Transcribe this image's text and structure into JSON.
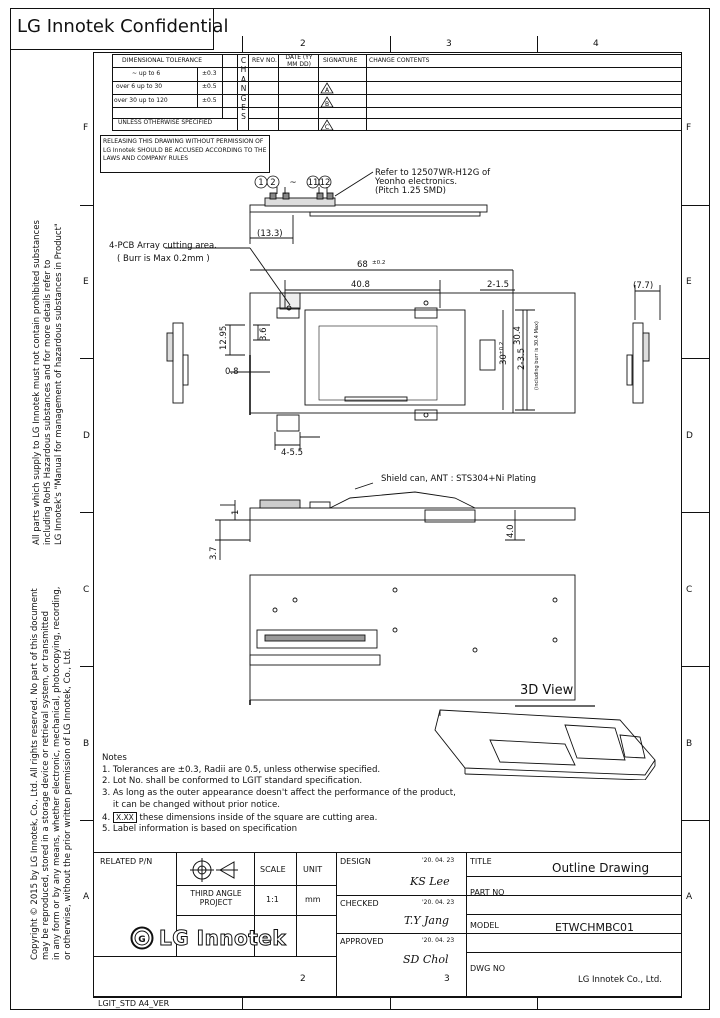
{
  "header": {
    "confidential": "LG Innotek Confidential",
    "top_cols": [
      "2",
      "3",
      "4"
    ],
    "bottom_cols": [
      "2",
      "3"
    ]
  },
  "zones": [
    "F",
    "E",
    "D",
    "C",
    "B",
    "A"
  ],
  "tolerance_table": {
    "title": "DIMENSIONAL TOLERANCE",
    "rows": [
      {
        "range": "~ up to 6",
        "tol": "±0.3"
      },
      {
        "range": "over 6  up to 30",
        "tol": "±0.5"
      },
      {
        "range": "over 30 up to 120",
        "tol": "±0.5"
      }
    ],
    "unless": "UNLESS OTHERWISE SPECIFIED",
    "changes_letters": "CHANGES"
  },
  "revision_table": {
    "headers": {
      "rev": "REV NO.",
      "date": "DATE (YY MM DD)",
      "signature": "SIGNATURE",
      "change": "CHANGE CONTENTS"
    },
    "rev_marks": [
      "A",
      "B",
      "C"
    ]
  },
  "release_notice": "RELEASING THIS DRAWING WITHOUT PERMISSION OF LG Innotek SHOULD BE ACCUSED ACCORDING TO THE LAWS AND COMPANY RULES",
  "left_notes": {
    "rohs": [
      "All parts which supply to LG Innotek must not contain  prohibited substances",
      "including RoHS Hazardous substances and for more details refer to",
      "LG Innotek's \"Manual for management of hazardous substances in Product\""
    ],
    "copyright": [
      "Copyright © 2015 by LG Innotek, Co., Ltd. All rights reserved. No part of this document",
      "may be reproduced, stored in a storage device or retrieval system, or transmitted",
      "in any form or by any means, whether electronic, mechanical, photocopying, recording,",
      "or otherwise, without the prior written permission of LG Innotek, Co., Ltd."
    ]
  },
  "drawing": {
    "connector_ref": [
      "Refer to 12507WR-H12G of",
      "Yeonho electronics.",
      "(Pitch 1.25 SMD)"
    ],
    "pins": {
      "p1": "1",
      "p2": "2",
      "tilde": "~",
      "p11": "11",
      "p12": "12"
    },
    "pcb_array": [
      "4-PCB Array cutting area.",
      "( Burr is Max 0.2mm )"
    ],
    "dims": {
      "d13_3": "(13.3)",
      "d68": "68",
      "d68_tol": "±0.2",
      "d40_8": "40.8",
      "d2_1_5": "2-1.5",
      "d7_7": "(7.7)",
      "d12_95": "12.95",
      "d3_6": "3.6",
      "d0_8": "0.8",
      "d2_3_5": "2-3.5",
      "d30": "30",
      "d30_tol": "±0.2",
      "d30_4": "30.4",
      "d30_4_note": "(including burr is 30.4 Max)",
      "d4_5_5": "4-5.5",
      "d1": "1",
      "d3_7": "3.7",
      "d4_0": "4.0"
    },
    "shield_note": "Shield can, ANT : STS304+Ni Plating",
    "view_3d": "3D View"
  },
  "notes": {
    "title": "Notes",
    "items": [
      "1. Tolerances are  ±0.3, Radii are 0.5, unless otherwise specified.",
      "2. Lot No. shall be conformed to LGIT standard specification.",
      "3. As long as the outer appearance doesn't affect the performance of the product,",
      "    it can be changed without prior notice.",
      "5. Label information is based on specification"
    ],
    "note4_prefix": "4. ",
    "note4_box": "X.XX",
    "note4_suffix": " these dimensions inside of the square are cutting area."
  },
  "title_block": {
    "related": "RELATED P/N",
    "projection": [
      "THIRD ANGLE",
      "PROJECT"
    ],
    "scale_label": "SCALE",
    "scale_value": "1:1",
    "unit_label": "UNIT",
    "unit_value": "mm",
    "design_label": "DESIGN",
    "design_date": "'20. 04. 23",
    "design_name": "KS Lee",
    "checked_label": "CHECKED",
    "checked_date": "'20. 04. 23",
    "checked_name": "T.Y Jang",
    "approved_label": "APPROVED",
    "approved_date": "'20. 04. 23",
    "approved_name": "SD Chol",
    "title_label": "TITLE",
    "title_value": "Outline Drawing",
    "partno_label": "PART NO",
    "model_label": "MODEL",
    "model_value": "ETWCHMBC01",
    "dwgno_label": "DWG NO",
    "logo": "LG Innotek"
  },
  "footer": {
    "left": "LGIT_STD A4_VER",
    "right": "LG Innotek Co., Ltd."
  }
}
